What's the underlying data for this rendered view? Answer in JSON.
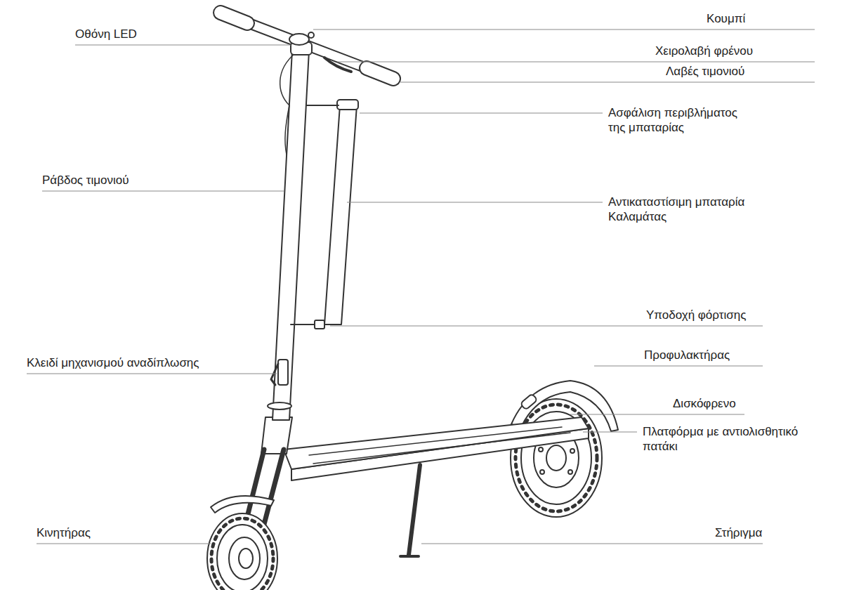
{
  "diagram": {
    "labels": [
      "Κουμπί",
      "Οθόνη LED",
      "Χειρολαβή φρένου",
      "Λαβές τιμονιού",
      "Ασφάλιση περιβλήματος της μπαταρίας",
      "Αντικαταστίσιμη μπαταρία Καλαμάτας",
      "Ράβδος τιμονιού",
      "Υποδοχή φόρτισης",
      "Προφυλακτήρας",
      "Κλειδί μηχανισμού αναδίπλωσης",
      "Δισκόφρενο",
      "Πλατφόρμα με αντιολισθητικό πατάκι",
      "Κινητήρας",
      "Στήριγμα"
    ]
  }
}
